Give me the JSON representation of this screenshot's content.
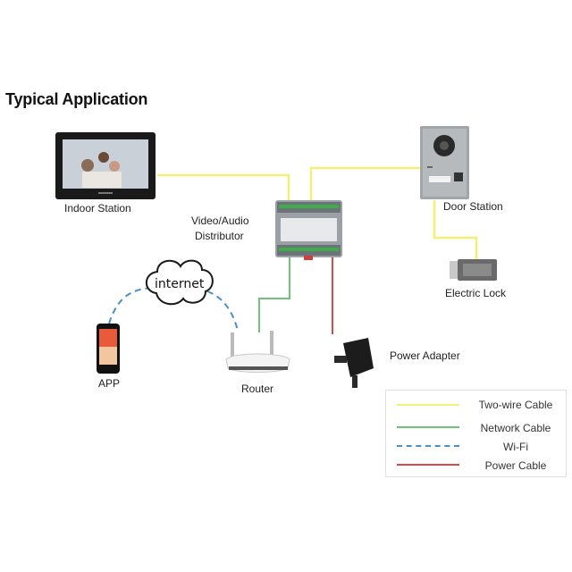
{
  "title": "Typical Application",
  "devices": {
    "indoor_station": "Indoor Station",
    "distributor_line1": "Video/Audio",
    "distributor_line2": "Distributor",
    "door_station": "Door Station",
    "electric_lock": "Electric Lock",
    "internet": "internet",
    "app": "APP",
    "router": "Router",
    "power_adapter": "Power Adapter"
  },
  "legend": [
    {
      "label": "Two-wire Cable",
      "color": "#f5ef7a",
      "style": "solid"
    },
    {
      "label": "Network Cable",
      "color": "#6fc47a",
      "style": "solid"
    },
    {
      "label": "Wi-Fi",
      "color": "#4a90c2",
      "style": "dashed"
    },
    {
      "label": "Power Cable",
      "color": "#d84a4a",
      "style": "solid"
    }
  ],
  "colors": {
    "two_wire": "#f5ef7a",
    "network": "#6fc47a",
    "wifi": "#4a90c2",
    "power": "#d84a4a"
  }
}
